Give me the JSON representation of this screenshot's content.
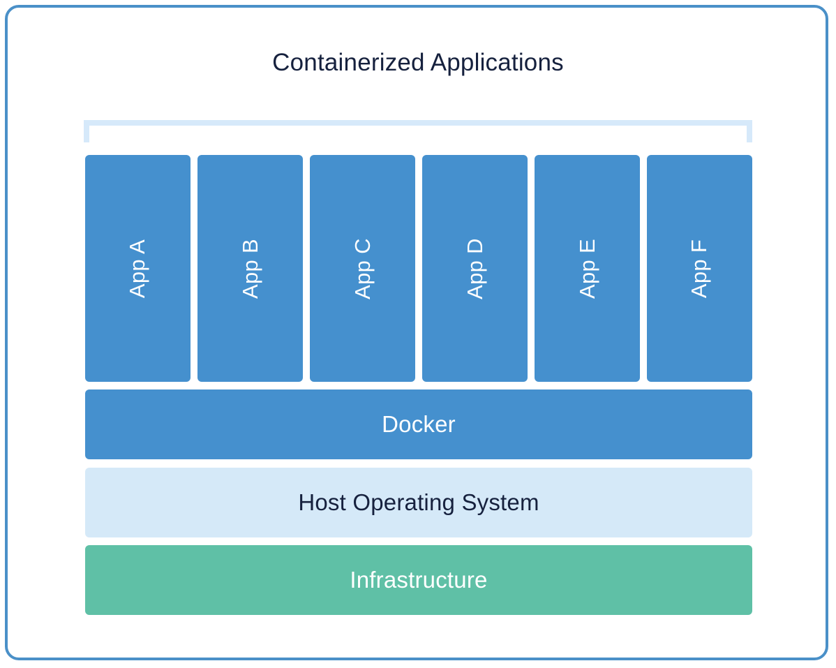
{
  "diagram": {
    "title": "Containerized Applications",
    "frame": {
      "border_color": "#4a90c8"
    },
    "bracket": {
      "name": "containerized-apps-bracket",
      "color": "#d6e9fa"
    },
    "app_containers": {
      "color": "#4590ce",
      "text_color": "#ffffff",
      "items": [
        {
          "label": "App A"
        },
        {
          "label": "App B"
        },
        {
          "label": "App C"
        },
        {
          "label": "App D"
        },
        {
          "label": "App E"
        },
        {
          "label": "App F"
        }
      ]
    },
    "layers": [
      {
        "key": "docker",
        "label": "Docker",
        "color": "#4590ce",
        "text_color": "#ffffff"
      },
      {
        "key": "host_os",
        "label": "Host Operating System",
        "color": "#d5e9f8",
        "text_color": "#16213e"
      },
      {
        "key": "infrastructure",
        "label": "Infrastructure",
        "color": "#5fc0a6",
        "text_color": "#ffffff"
      }
    ]
  }
}
